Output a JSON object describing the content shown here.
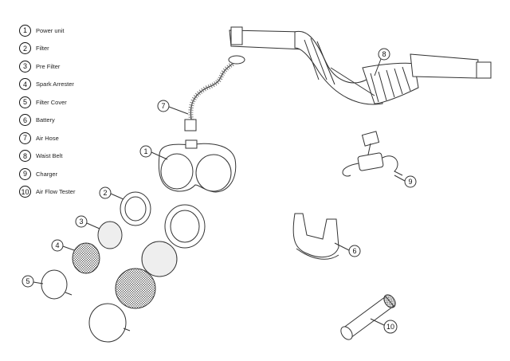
{
  "legend": [
    {
      "num": "1",
      "label": "Power unit"
    },
    {
      "num": "2",
      "label": "Filter"
    },
    {
      "num": "3",
      "label": "Pre Filter"
    },
    {
      "num": "4",
      "label": "Spark Arrester"
    },
    {
      "num": "5",
      "label": "Filter Cover"
    },
    {
      "num": "6",
      "label": "Battery"
    },
    {
      "num": "7",
      "label": "Air Hose"
    },
    {
      "num": "8",
      "label": "Waist Belt"
    },
    {
      "num": "9",
      "label": "Charger"
    },
    {
      "num": "10",
      "label": "Air Flow Tester"
    }
  ]
}
